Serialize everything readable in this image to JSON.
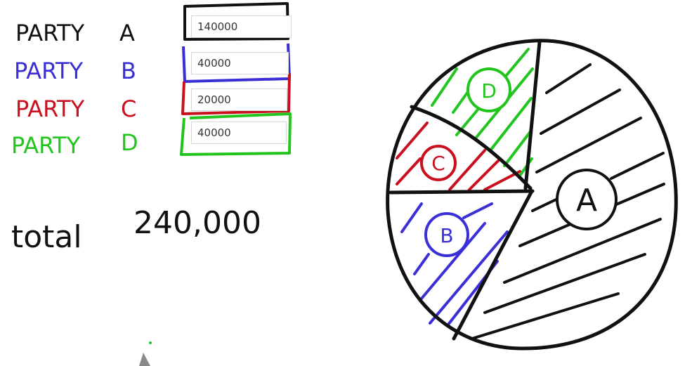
{
  "parties": [
    {
      "prefix": "PARTY",
      "letter": "A",
      "value": "140000",
      "color": "#111111"
    },
    {
      "prefix": "PARTY",
      "letter": "B",
      "value": "40000",
      "color": "#3a2fd6"
    },
    {
      "prefix": "PARTY",
      "letter": "C",
      "value": "20000",
      "color": "#c8101e"
    },
    {
      "prefix": "PARTY",
      "letter": "D",
      "value": "40000",
      "color": "#22c51e"
    }
  ],
  "total": {
    "label": "total",
    "value": "240,000"
  },
  "pie": {
    "slice_labels": {
      "a": "A",
      "b": "B",
      "c": "C",
      "d": "D"
    }
  }
}
